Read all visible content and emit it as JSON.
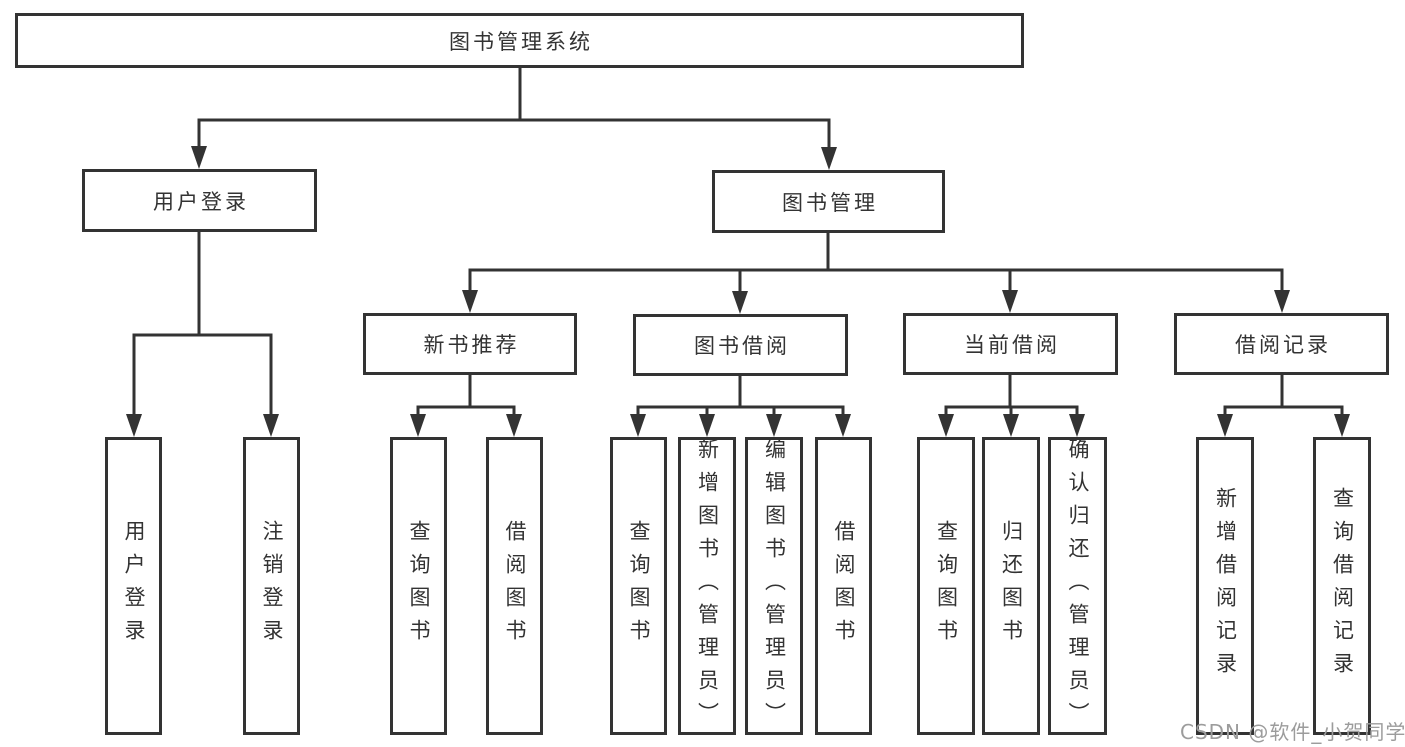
{
  "diagram": {
    "tree": {
      "label": "图书管理系统",
      "children": [
        {
          "label": "用户登录",
          "children": [
            {
              "label": "用户登录"
            },
            {
              "label": "注销登录"
            }
          ]
        },
        {
          "label": "图书管理",
          "children": [
            {
              "label": "新书推荐",
              "children": [
                {
                  "label": "查询图书"
                },
                {
                  "label": "借阅图书"
                }
              ]
            },
            {
              "label": "图书借阅",
              "children": [
                {
                  "label": "查询图书"
                },
                {
                  "label": "新增图书（管理员）"
                },
                {
                  "label": "编辑图书（管理员）"
                },
                {
                  "label": "借阅图书"
                }
              ]
            },
            {
              "label": "当前借阅",
              "children": [
                {
                  "label": "查询图书"
                },
                {
                  "label": "归还图书"
                },
                {
                  "label": "确认归还（管理员）"
                }
              ]
            },
            {
              "label": "借阅记录",
              "children": [
                {
                  "label": "新增借阅记录"
                },
                {
                  "label": "查询借阅记录"
                }
              ]
            }
          ]
        }
      ]
    },
    "watermark": {
      "text": "CSDN @软件_小贺同学"
    },
    "colors": {
      "line": "#333333",
      "node_border": "#333333",
      "node_text": "#333333",
      "background": "#ffffff",
      "watermark": "#9c9c9c"
    }
  }
}
